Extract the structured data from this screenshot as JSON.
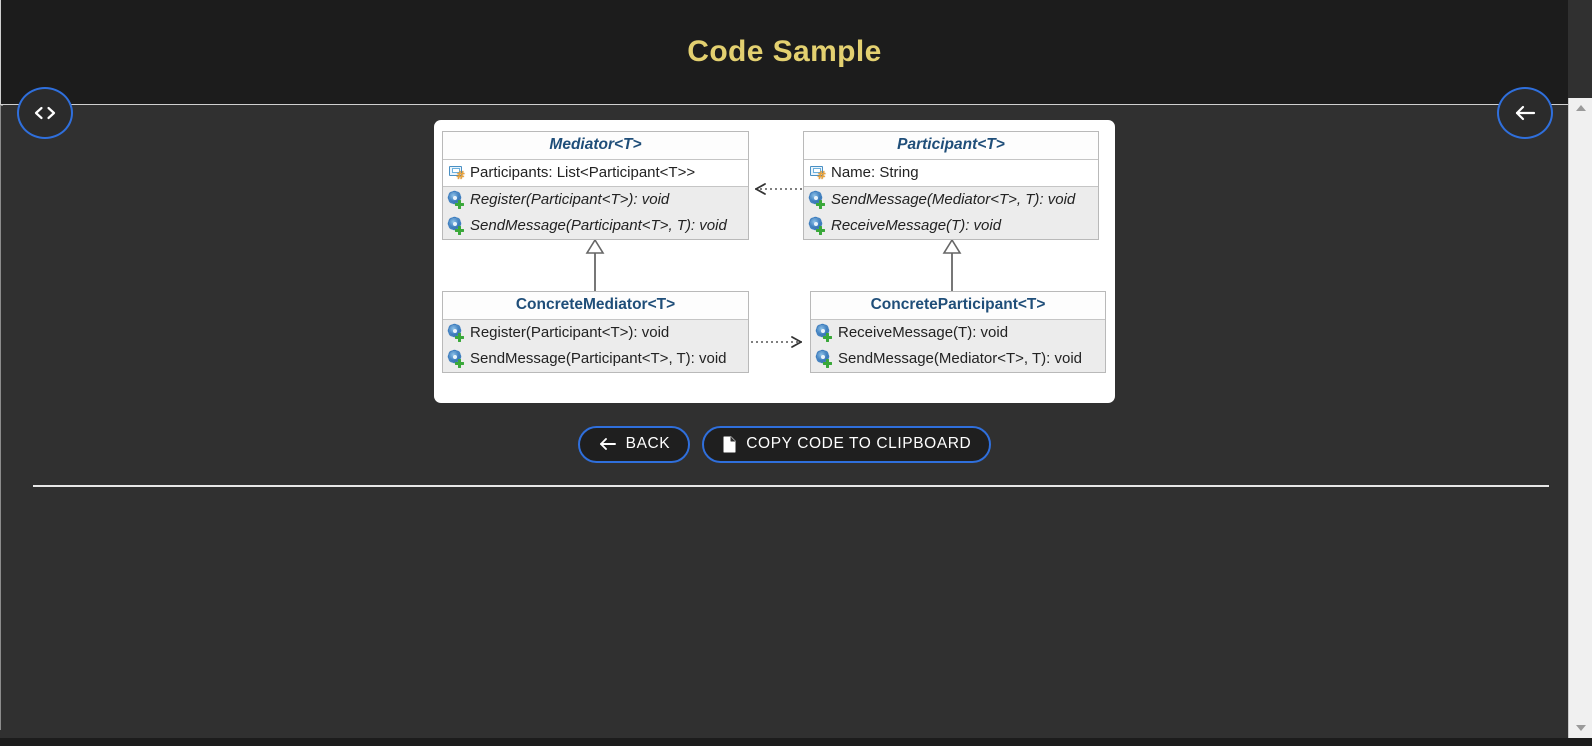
{
  "header": {
    "title": "Code Sample"
  },
  "fabs": {
    "code_button": {
      "icon": "code-brackets-icon",
      "label": "<>"
    },
    "back_button": {
      "icon": "arrow-left-icon",
      "label": "←"
    }
  },
  "diagram": {
    "type": "uml-class-diagram",
    "pattern": "Mediator",
    "classes": [
      {
        "id": "mediator",
        "name": "Mediator<T>",
        "abstract": true,
        "properties": [
          {
            "icon": "property-icon",
            "text": "Participants: List<Participant<T>>"
          }
        ],
        "methods": [
          {
            "icon": "method-icon",
            "text": "Register(Participant<T>): void"
          },
          {
            "icon": "method-icon",
            "text": "SendMessage(Participant<T>, T): void"
          }
        ]
      },
      {
        "id": "participant",
        "name": "Participant<T>",
        "abstract": true,
        "properties": [
          {
            "icon": "property-icon",
            "text": "Name: String"
          }
        ],
        "methods": [
          {
            "icon": "method-icon",
            "text": "SendMessage(Mediator<T>, T): void"
          },
          {
            "icon": "method-icon",
            "text": "ReceiveMessage(T): void"
          }
        ]
      },
      {
        "id": "concrete-mediator",
        "name": "ConcreteMediator<T>",
        "abstract": false,
        "properties": [],
        "methods": [
          {
            "icon": "method-icon",
            "text": "Register(Participant<T>): void"
          },
          {
            "icon": "method-icon",
            "text": "SendMessage(Participant<T>, T): void"
          }
        ]
      },
      {
        "id": "concrete-participant",
        "name": "ConcreteParticipant<T>",
        "abstract": false,
        "properties": [],
        "methods": [
          {
            "icon": "method-icon",
            "text": "ReceiveMessage(T): void"
          },
          {
            "icon": "method-icon",
            "text": "SendMessage(Mediator<T>, T): void"
          }
        ]
      }
    ],
    "relations": [
      {
        "from": "participant",
        "to": "mediator",
        "kind": "dependency-dotted-arrow"
      },
      {
        "from": "concrete-mediator",
        "to": "concrete-participant",
        "kind": "dependency-dotted-arrow"
      },
      {
        "from": "concrete-mediator",
        "to": "mediator",
        "kind": "inheritance-hollow-triangle"
      },
      {
        "from": "concrete-participant",
        "to": "participant",
        "kind": "inheritance-hollow-triangle"
      }
    ]
  },
  "actions": {
    "back_label": "BACK",
    "copy_label": "COPY CODE TO CLIPBOARD",
    "back_icon": "arrow-left-icon",
    "copy_icon": "file-copy-icon"
  },
  "colors": {
    "header_bg": "#1c1c1c",
    "page_bg": "#303030",
    "title_gold": "#e3d070",
    "accent_blue": "#2f6fdc",
    "class_title_blue": "#1f4e79",
    "card_bg": "#ffffff",
    "methods_bg": "#ececec"
  }
}
